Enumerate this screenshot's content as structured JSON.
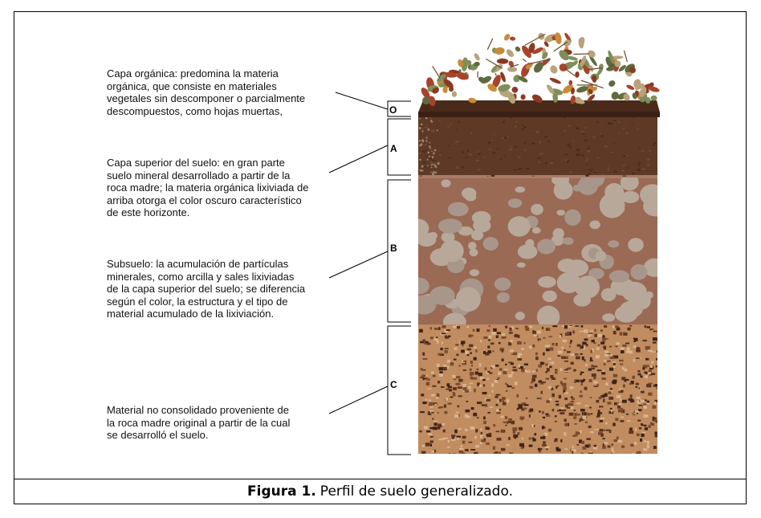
{
  "horizons": [
    {
      "label": "O",
      "description": "Capa orgánica: predomina la materia\norgánica, que consiste en materiales\nvegetales sin descomponer o parcialmente\ndescompuestos, como hojas muertas,"
    },
    {
      "label": "A",
      "description": "Capa superior del suelo: en gran parte\nsuelo mineral desarrollado a partir de la\nroca madre; la materia orgánica lixiviada de\narriba otorga el color oscuro característico\nde este horizonte."
    },
    {
      "label": "B",
      "description": "Subsuelo: la acumulación de partículas\nminerales, como arcilla y sales lixiviadas\nde la capa superior del suelo; se diferencia\nsegún el color, la estructura y el tipo de\nmaterial acumulado de la lixiviación."
    },
    {
      "label": "C",
      "description": "Material no consolidado proveniente de\nla roca madre original a partir de la cual\nse desarrolló el suelo."
    }
  ],
  "caption": {
    "prefix": "Figura 1.",
    "text": "Perfil de suelo generalizado."
  },
  "colors": {
    "litter": [
      "#a8432c",
      "#7d8f5a",
      "#c98a3c",
      "#8a3a22",
      "#b7a27a",
      "#5f6b3e"
    ],
    "o_layer": "#4a2a1a",
    "a_layer": "#5e3a26",
    "b_layer": "#9a6a55",
    "b_stones": "#b8a89a",
    "c_layer": "#c08c60",
    "c_grains": "#5a3420"
  }
}
